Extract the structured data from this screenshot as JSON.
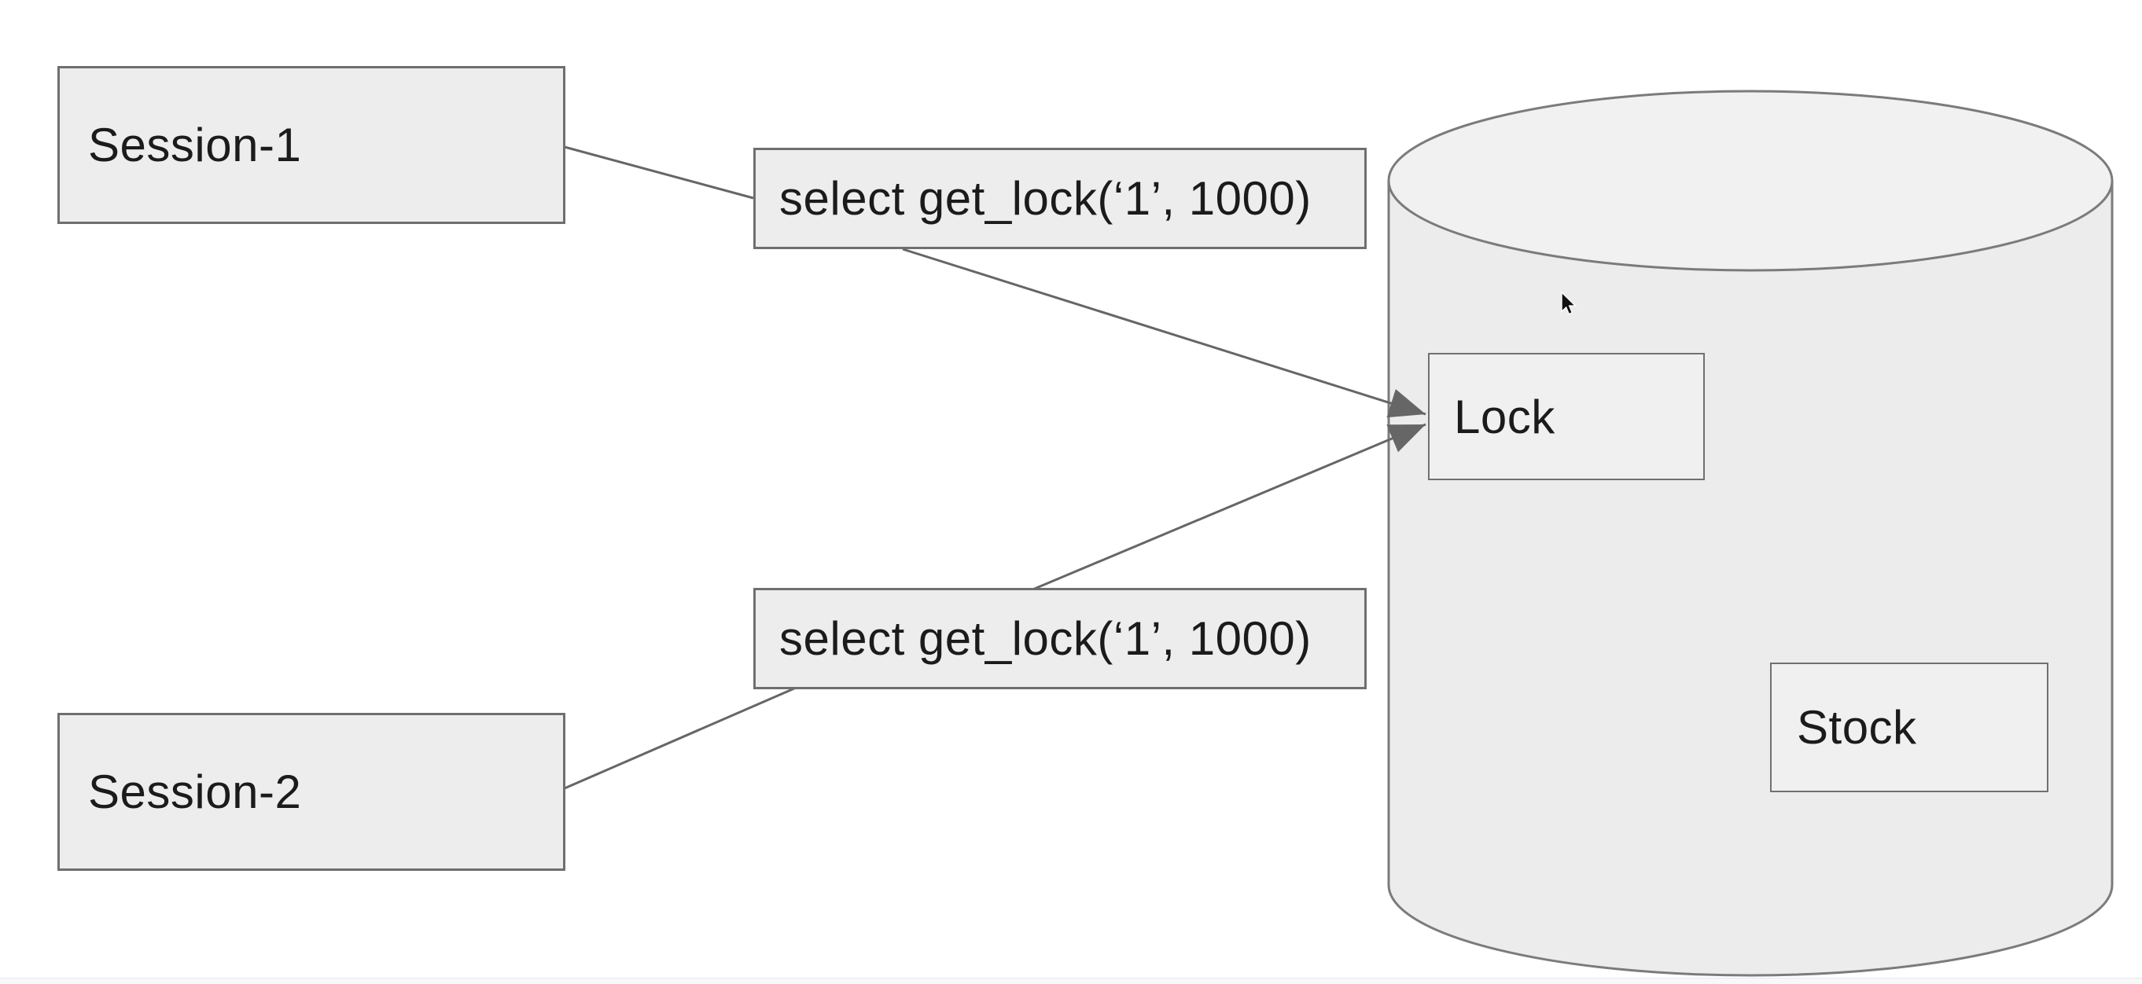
{
  "page": {
    "background": "#ffffff"
  },
  "diagram": {
    "nodes": {
      "session1": {
        "label": "Session-1"
      },
      "session2": {
        "label": "Session-2"
      },
      "query1": {
        "label": "select get_lock(‘1’, 1000)"
      },
      "query2": {
        "label": "select get_lock(‘1’, 1000)"
      },
      "lock": {
        "label": "Lock"
      },
      "stock": {
        "label": "Stock"
      }
    },
    "database": {
      "shape": "cylinder"
    },
    "connectors": [
      {
        "from": "session1",
        "to": "query1",
        "arrow": false
      },
      {
        "from": "query1",
        "to": "lock",
        "arrow": true
      },
      {
        "from": "session2",
        "to": "query2",
        "arrow": false
      },
      {
        "from": "query2",
        "to": "lock",
        "arrow": true
      }
    ],
    "colors": {
      "node_fill": "#ededed",
      "node_border": "#6f6f6f",
      "inner_node_fill": "#f0f0f0",
      "connector": "#666666",
      "cylinder_fill": "#ececec",
      "cylinder_top_fill": "#f1f1f1",
      "text": "#1b1b1b"
    }
  }
}
